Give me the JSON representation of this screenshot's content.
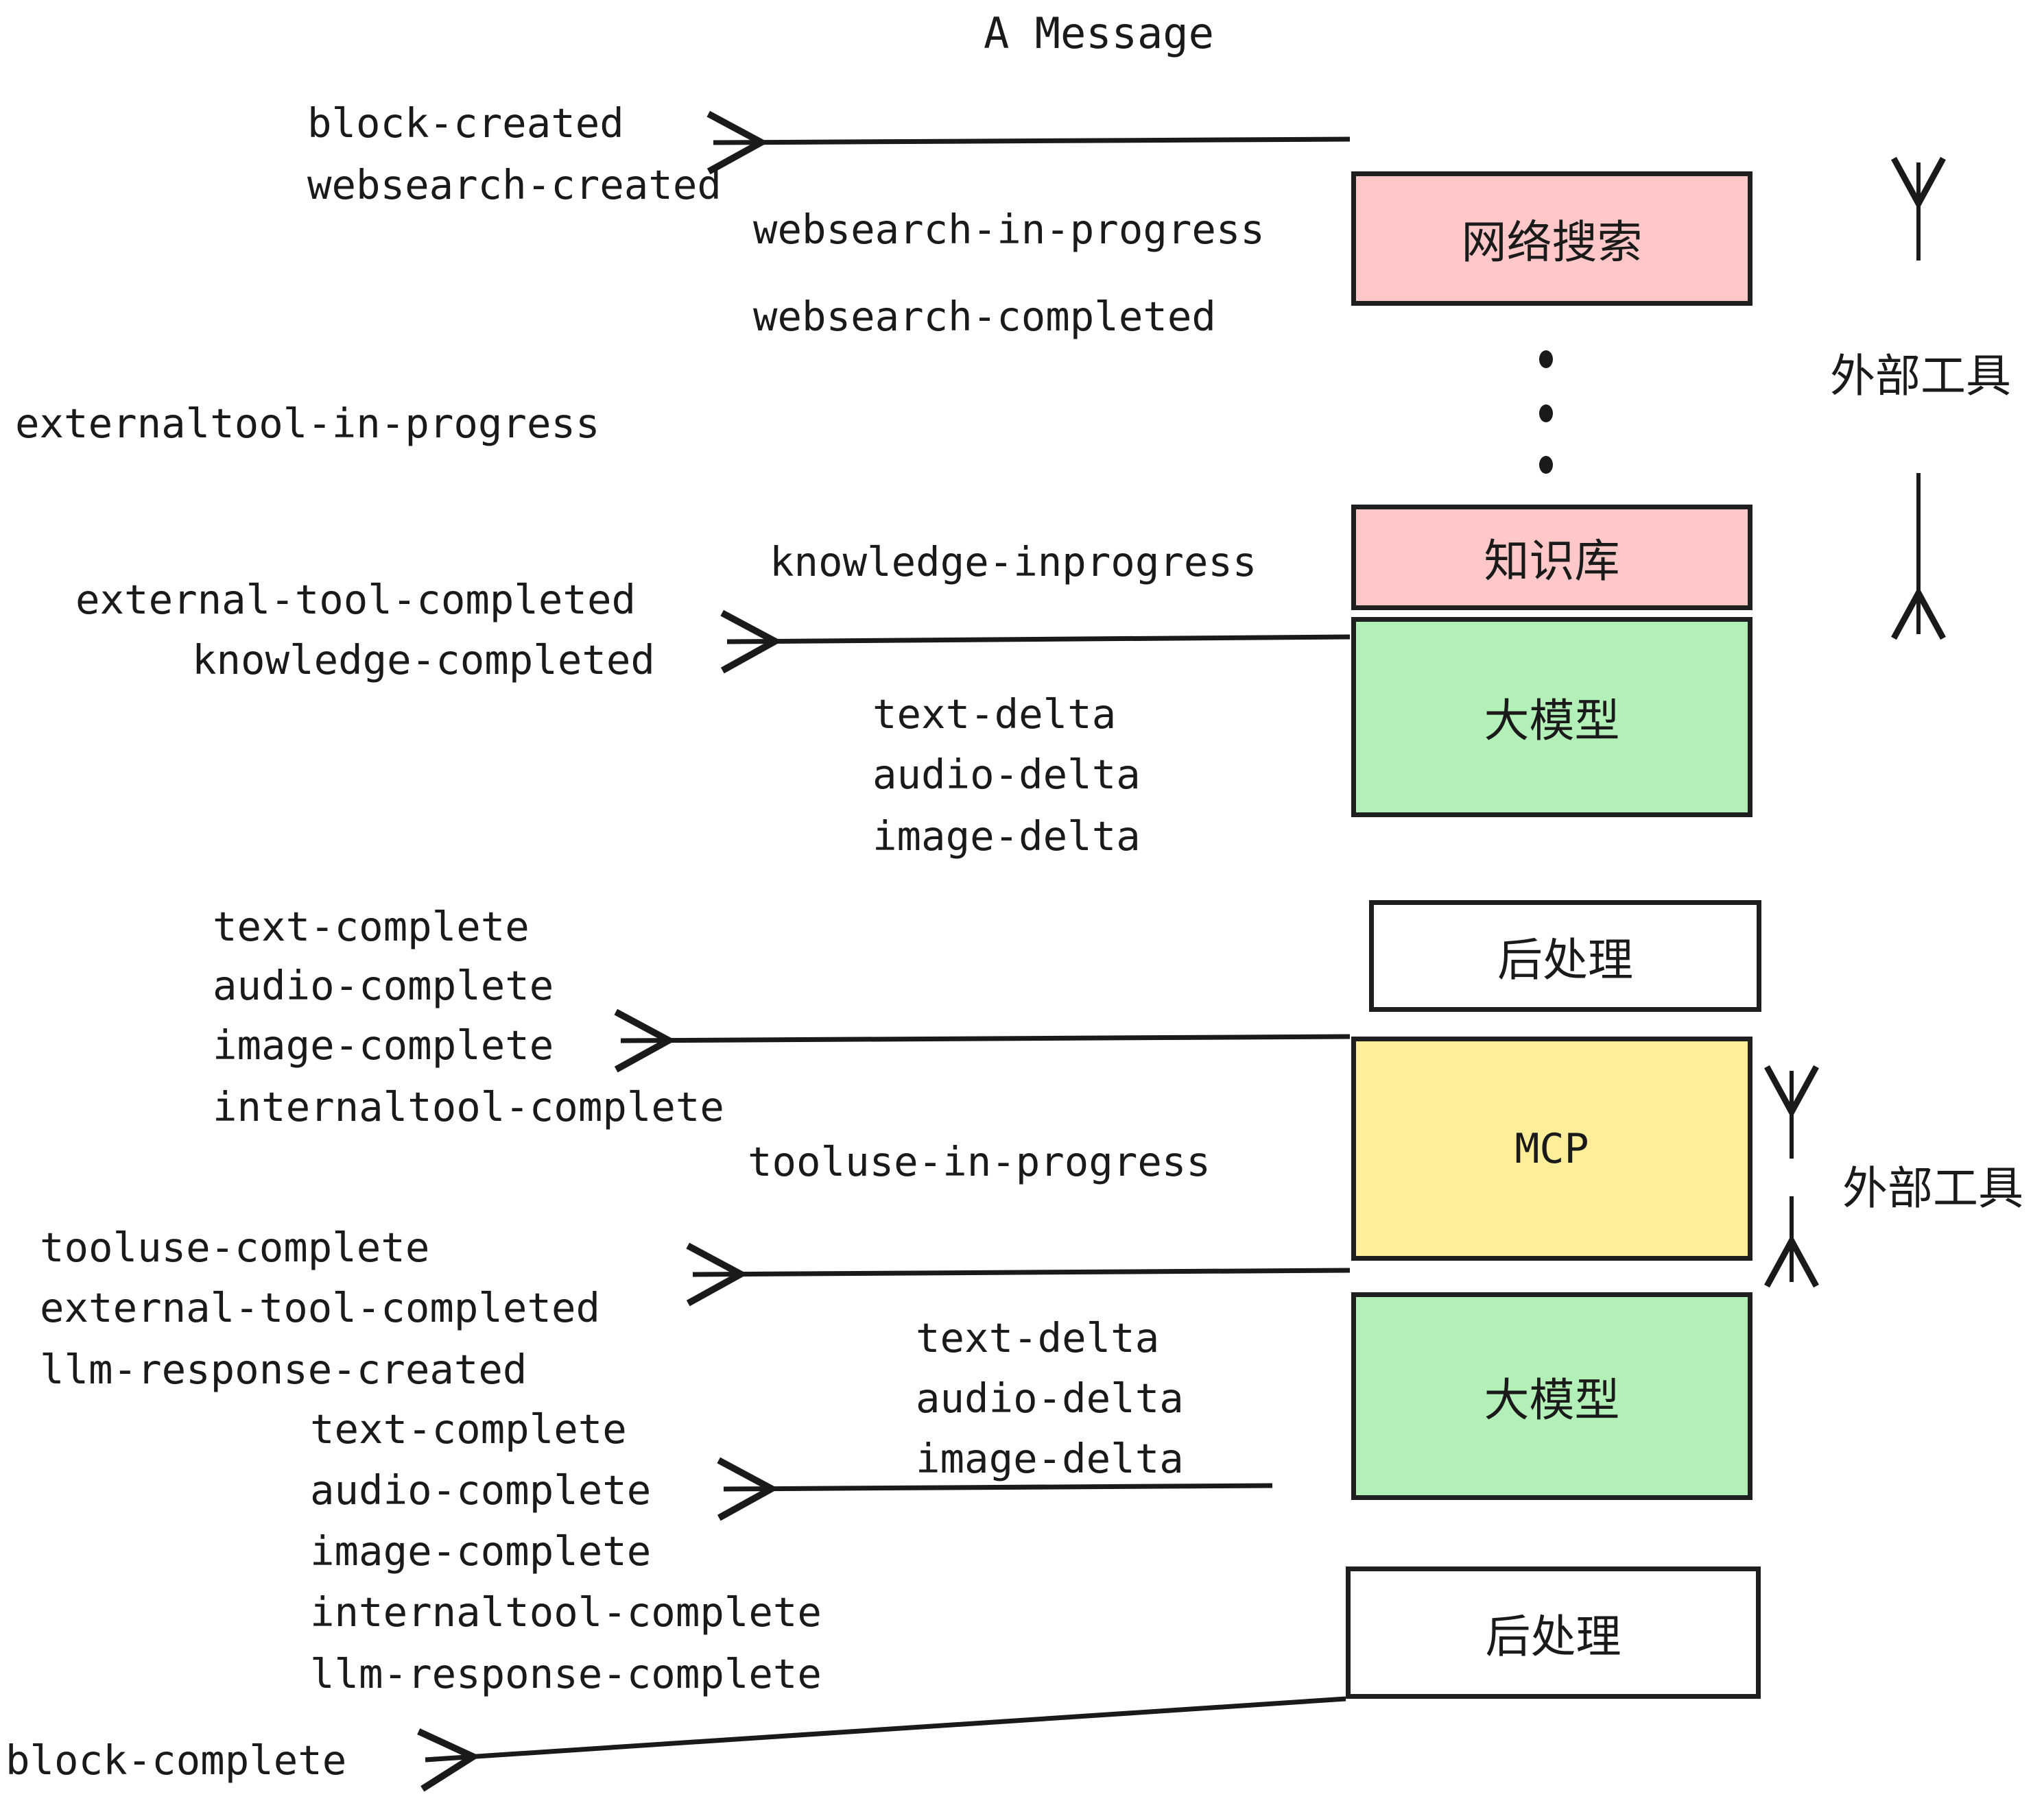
{
  "title": "A Message",
  "colors": {
    "websearch_box": "#FFC8C8",
    "knowledge_box": "#FFC8C8",
    "llm_box": "#B3F0B8",
    "mcp_box": "#FFEE99",
    "postprocess_box": "#FFFFFF",
    "stroke": "#1F1F1F",
    "text": "#1A1A1A",
    "background": "#FFFFFF"
  },
  "boxes": [
    {
      "id": "websearch",
      "label": "网络搜索",
      "fill_key": "websearch_box"
    },
    {
      "id": "knowledge",
      "label": "知识库",
      "fill_key": "knowledge_box"
    },
    {
      "id": "llm_first",
      "label": "大模型",
      "fill_key": "llm_box"
    },
    {
      "id": "postprocess_first",
      "label": "后处理",
      "fill_key": "postprocess_box"
    },
    {
      "id": "mcp",
      "label": "MCP",
      "fill_key": "mcp_box"
    },
    {
      "id": "llm_second",
      "label": "大模型",
      "fill_key": "llm_box"
    },
    {
      "id": "postprocess_second",
      "label": "后处理",
      "fill_key": "postprocess_box"
    }
  ],
  "side_labels": [
    {
      "id": "external-tools-top",
      "label": "外部工具"
    },
    {
      "id": "external-tools-bottom",
      "label": "外部工具"
    }
  ],
  "events": {
    "block_created": "block-created",
    "websearch_created": "websearch-created",
    "websearch_in_progress": "websearch-in-progress",
    "websearch_completed": "websearch-completed",
    "externaltool_in_progress": "externaltool-in-progress",
    "knowledge_inprogress": "knowledge-inprogress",
    "external_tool_completed_1": "external-tool-completed",
    "knowledge_completed": "knowledge-completed",
    "text_delta_1": "text-delta",
    "audio_delta_1": "audio-delta",
    "image_delta_1": "image-delta",
    "text_complete_1": "text-complete",
    "audio_complete_1": "audio-complete",
    "image_complete_1": "image-complete",
    "internaltool_complete_1": "internaltool-complete",
    "tooluse_in_progress": "tooluse-in-progress",
    "tooluse_complete": "tooluse-complete",
    "external_tool_completed_2": "external-tool-completed",
    "llm_response_created": "llm-response-created",
    "text_delta_2": "text-delta",
    "audio_delta_2": "audio-delta",
    "image_delta_2": "image-delta",
    "text_complete_2": "text-complete",
    "audio_complete_2": "audio-complete",
    "image_complete_2": "image-complete",
    "internaltool_complete_2": "internaltool-complete",
    "llm_response_complete": "llm-response-complete",
    "block_complete": "block-complete"
  },
  "ellipsis_dots": 3
}
